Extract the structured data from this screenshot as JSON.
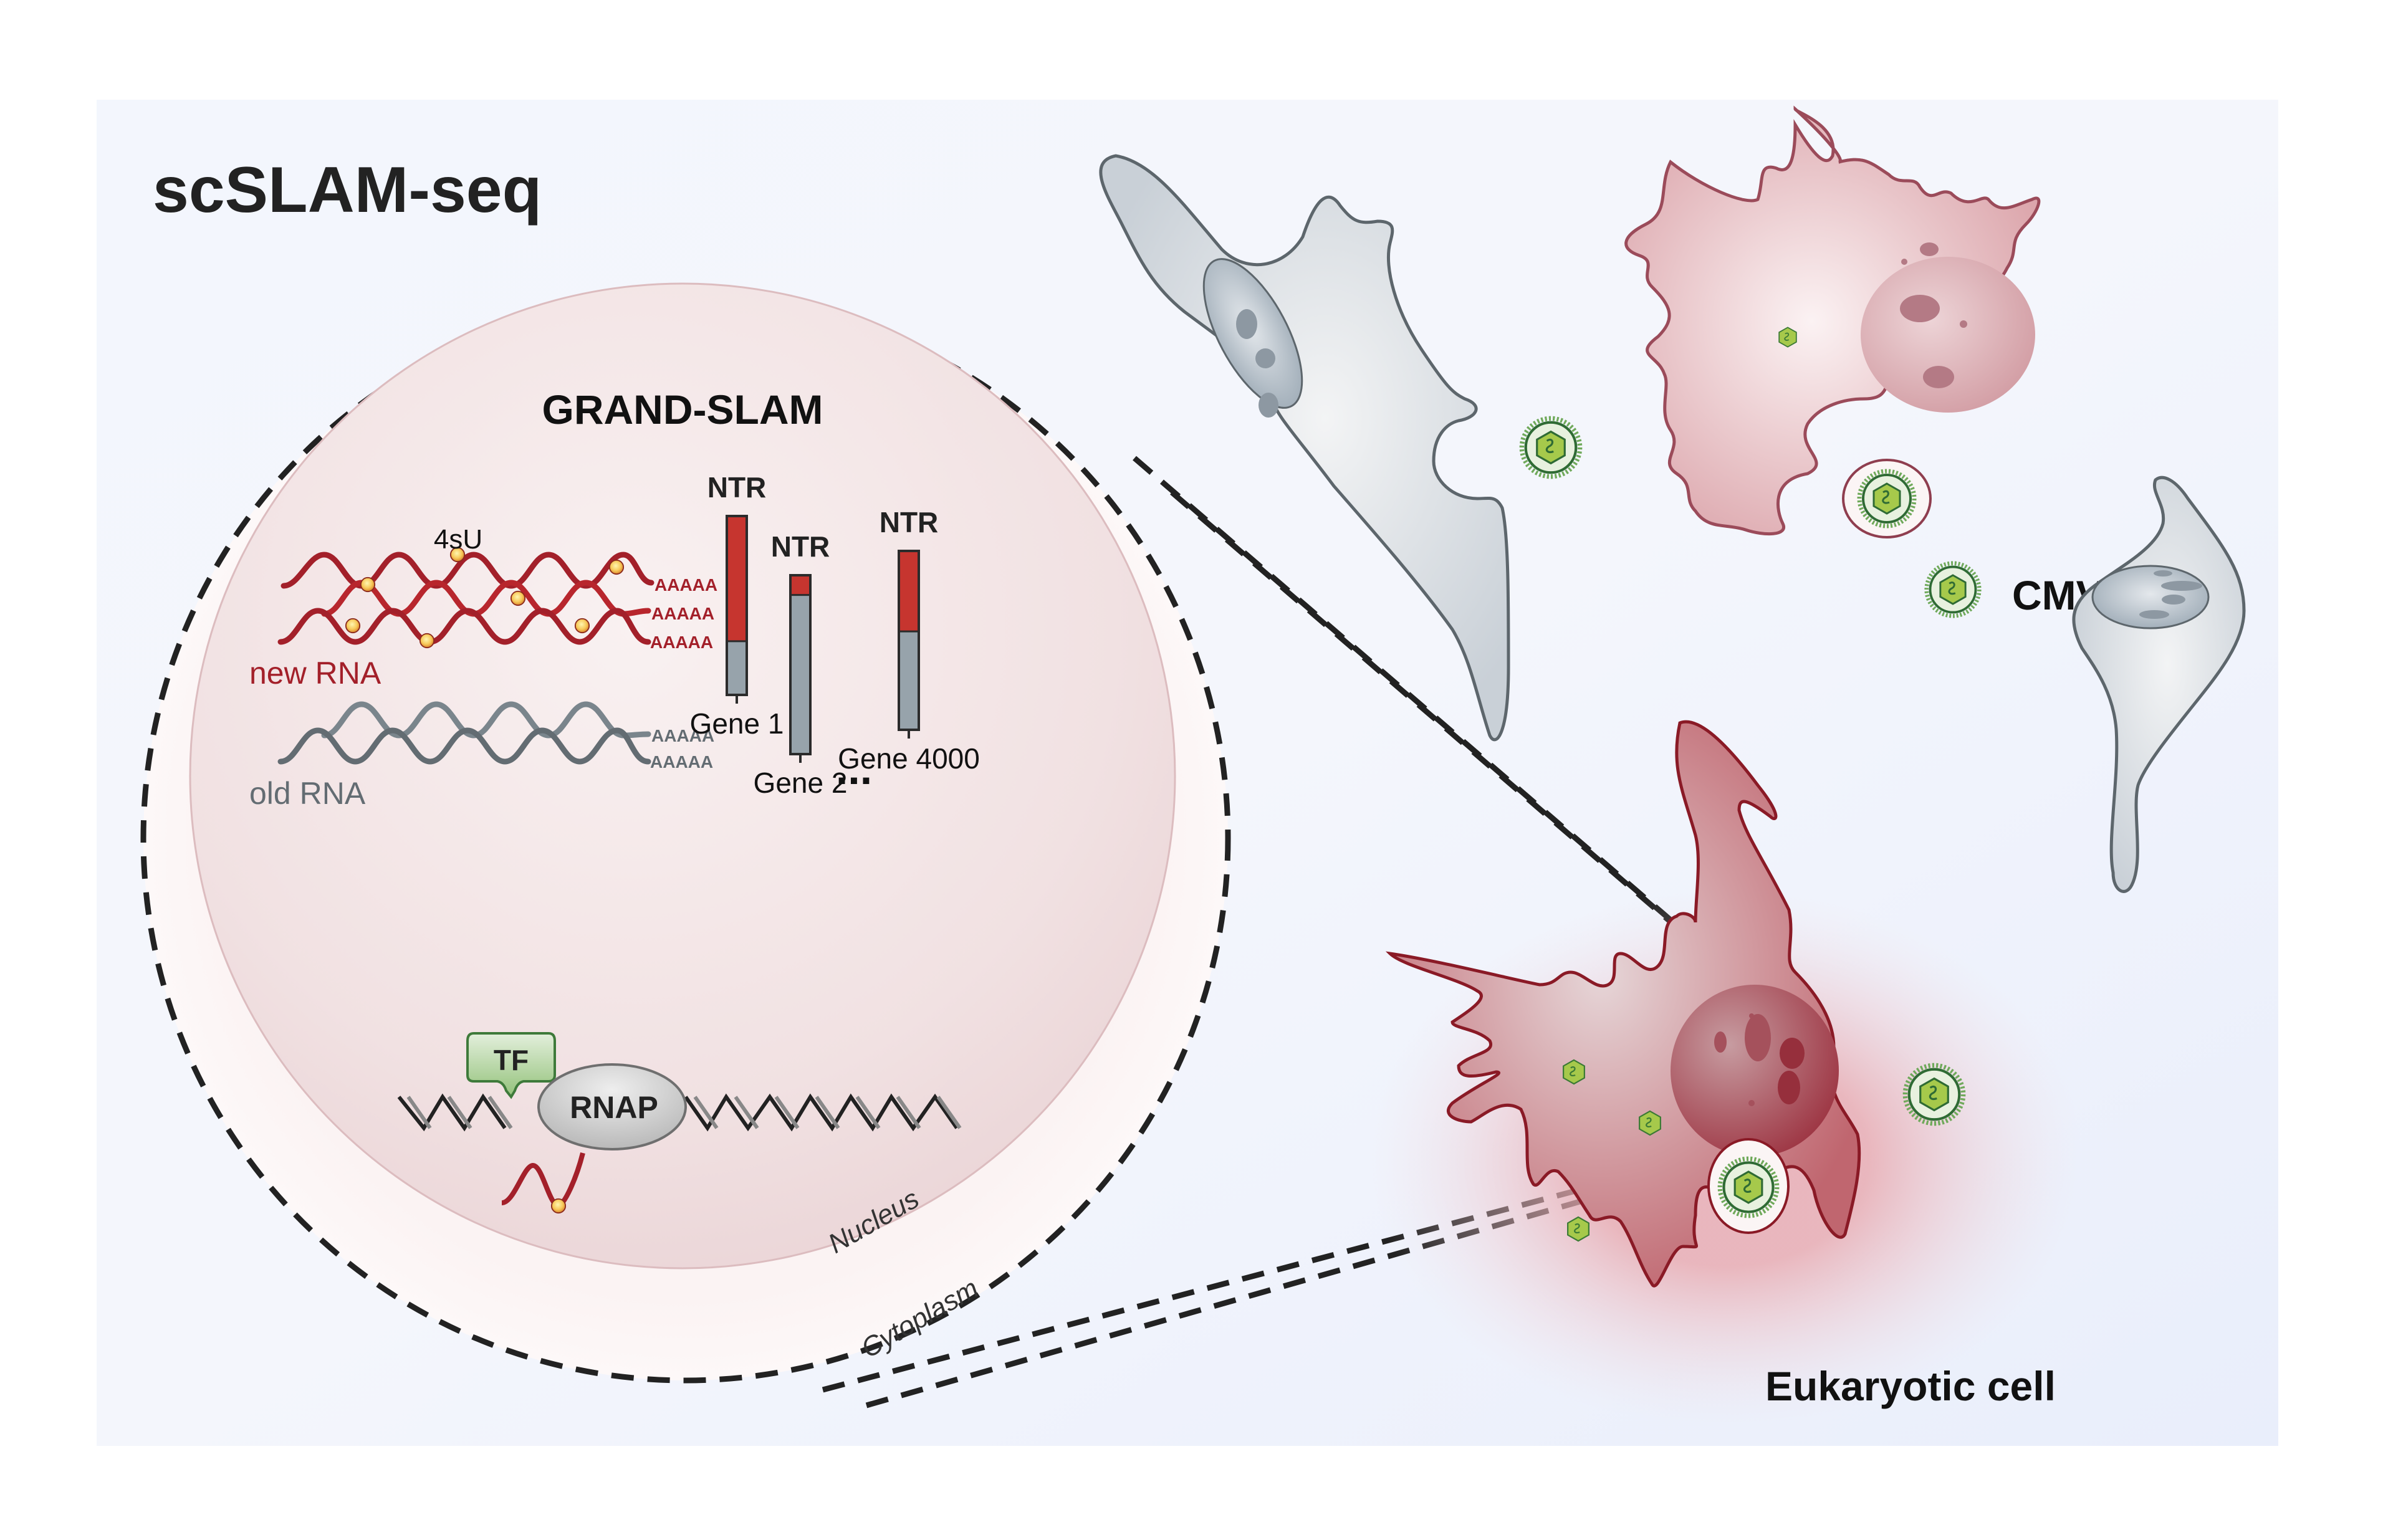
{
  "title": "scSLAM-seq",
  "panel": {
    "background_color": "#eef2fb"
  },
  "zoom_view": {
    "heading": "GRAND-SLAM",
    "nucleus_label": "Nucleus",
    "cytoplasm_label": "Cytoplasm",
    "label_4su": "4sU",
    "new_rna": {
      "label": "new RNA",
      "polya_tails": [
        "AAAAA",
        "AAAAA",
        "AAAAA"
      ],
      "color": "#a3202a"
    },
    "old_rna": {
      "label": "old RNA",
      "polya_tails": [
        "AAAAA",
        "AAAAA"
      ],
      "color": "#636c72"
    },
    "ntr_bars": [
      {
        "header": "NTR",
        "gene": "Gene 1",
        "ntr_fraction": 0.7,
        "relative_total": 1.0
      },
      {
        "header": "NTR",
        "gene": "Gene 2",
        "ntr_fraction": 0.11,
        "relative_total": 1.0
      },
      {
        "header": "NTR",
        "gene": "Gene 4000",
        "ntr_fraction": 0.45,
        "relative_total": 1.0
      }
    ],
    "ellipsis": "...",
    "bar_colors": {
      "new": "#c6352f",
      "old": "#97a3ab",
      "outline": "#2b2b2b"
    },
    "transcription": {
      "tf_label": "TF",
      "rnap_label": "RNAP"
    }
  },
  "labels": {
    "virus": "CMV",
    "cell": "Eukaryotic cell"
  },
  "icons": [
    "cmv-virion-icon",
    "capsid-icon",
    "dna-helix-icon",
    "rna-strand-icon",
    "4su-nucleotide-icon"
  ]
}
